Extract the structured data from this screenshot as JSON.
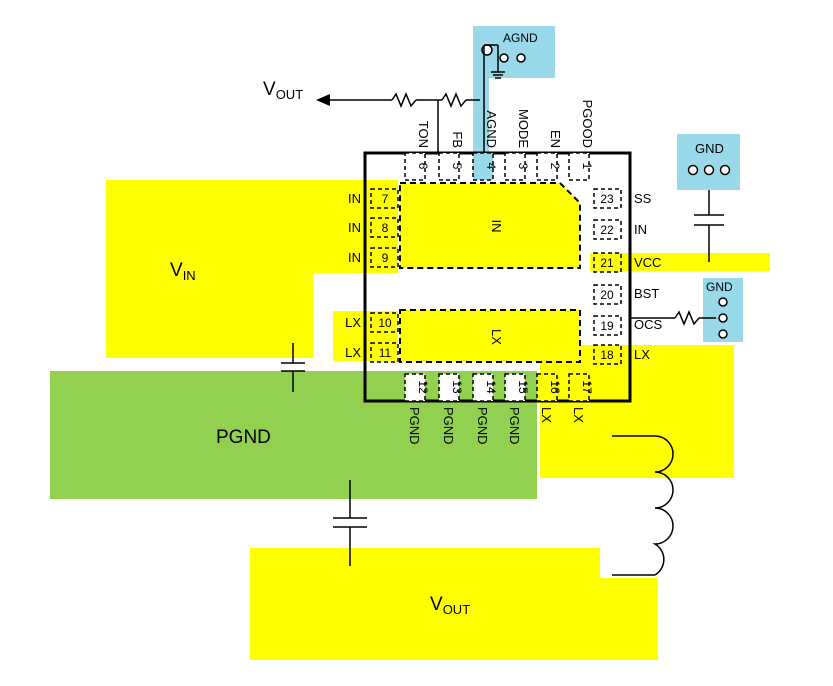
{
  "labels": {
    "vout_top_main": "V",
    "vout_top_sub": "OUT",
    "vin_main": "V",
    "vin_sub": "IN",
    "pgnd": "PGND",
    "vout_bottom_main": "V",
    "vout_bottom_sub": "OUT",
    "agnd_connector": "AGND",
    "gnd_connector_1": "GND",
    "gnd_connector_2": "GND",
    "pad_in": "IN",
    "pad_lx": "LX"
  },
  "pins": {
    "p1": {
      "num": "1",
      "name": "PGOOD"
    },
    "p2": {
      "num": "2",
      "name": "EN"
    },
    "p3": {
      "num": "3",
      "name": "MODE"
    },
    "p4": {
      "num": "4",
      "name": "AGND"
    },
    "p5": {
      "num": "5",
      "name": "FB"
    },
    "p6": {
      "num": "6",
      "name": "TON"
    },
    "p7": {
      "num": "7",
      "name": "IN"
    },
    "p8": {
      "num": "8",
      "name": "IN"
    },
    "p9": {
      "num": "9",
      "name": "IN"
    },
    "p10": {
      "num": "10",
      "name": "LX"
    },
    "p11": {
      "num": "11",
      "name": "LX"
    },
    "p12": {
      "num": "12",
      "name": "PGND"
    },
    "p13": {
      "num": "13",
      "name": "PGND"
    },
    "p14": {
      "num": "14",
      "name": "PGND"
    },
    "p15": {
      "num": "15",
      "name": "PGND"
    },
    "p16": {
      "num": "16",
      "name": "LX"
    },
    "p17": {
      "num": "17",
      "name": "LX"
    },
    "p18": {
      "num": "18",
      "name": "LX"
    },
    "p19": {
      "num": "19",
      "name": "OCS"
    },
    "p20": {
      "num": "20",
      "name": "BST"
    },
    "p21": {
      "num": "21",
      "name": "VCC"
    },
    "p22": {
      "num": "22",
      "name": "IN"
    },
    "p23": {
      "num": "23",
      "name": "SS"
    }
  },
  "colors": {
    "copper_yellow": "#ffff00",
    "pgnd_green": "#92d050",
    "connector_blue": "#99d9ea",
    "line": "#000000"
  }
}
